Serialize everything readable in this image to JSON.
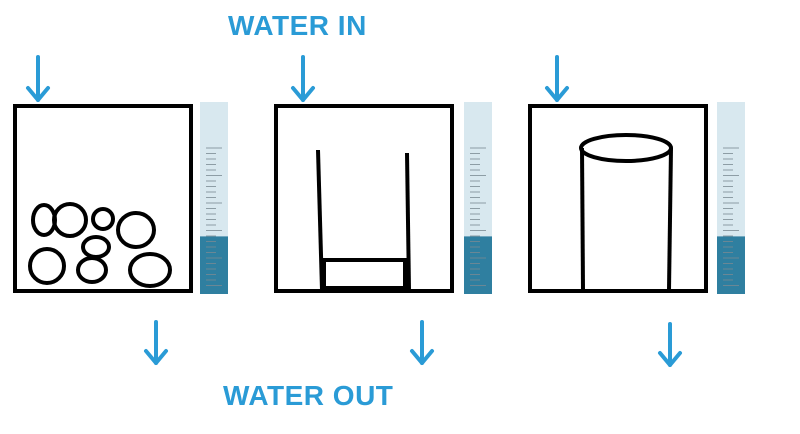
{
  "labels": {
    "water_in": "WATER IN",
    "water_out": "WATER OUT"
  },
  "colors": {
    "arrow": "#2a9bd6",
    "outline": "#000000",
    "water": "#2f7fa0",
    "tube": "#d8e8ef"
  },
  "icons": {
    "inflow": "arrow-down-icon",
    "outflow": "arrow-down-icon"
  },
  "containers": [
    {
      "id": "gravel",
      "contents": "rocks",
      "water_level_fraction": 0.3
    },
    {
      "id": "tray",
      "contents": "open-tray",
      "water_level_fraction": 0.3
    },
    {
      "id": "cylinder",
      "contents": "cylinder",
      "water_level_fraction": 0.3
    }
  ]
}
